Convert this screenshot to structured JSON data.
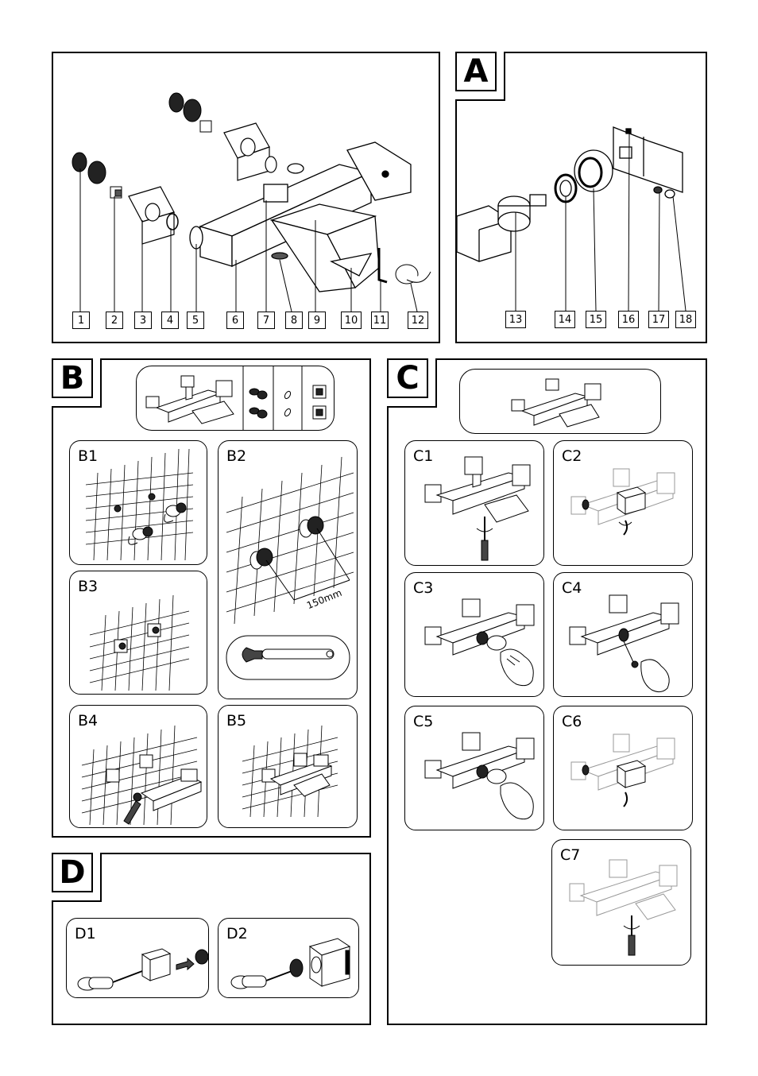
{
  "sections": {
    "parts": {
      "numbers": [
        "1",
        "2",
        "3",
        "4",
        "5",
        "6",
        "7",
        "8",
        "9",
        "10",
        "11",
        "12"
      ]
    },
    "A": {
      "letter": "A",
      "numbers": [
        "13",
        "14",
        "15",
        "16",
        "17",
        "18"
      ]
    },
    "B": {
      "letter": "B",
      "steps": [
        "B1",
        "B2",
        "B3",
        "B4",
        "B5"
      ],
      "dimension": "150mm"
    },
    "C": {
      "letter": "C",
      "steps": [
        "C1",
        "C2",
        "C3",
        "C4",
        "C5",
        "C6",
        "C7"
      ]
    },
    "D": {
      "letter": "D",
      "steps": [
        "D1",
        "D2"
      ]
    }
  },
  "icons": [
    "mixer-tap",
    "wrench",
    "screwdriver",
    "hand",
    "wall-grid",
    "dowel",
    "wall-plate",
    "eccentric-connector"
  ]
}
